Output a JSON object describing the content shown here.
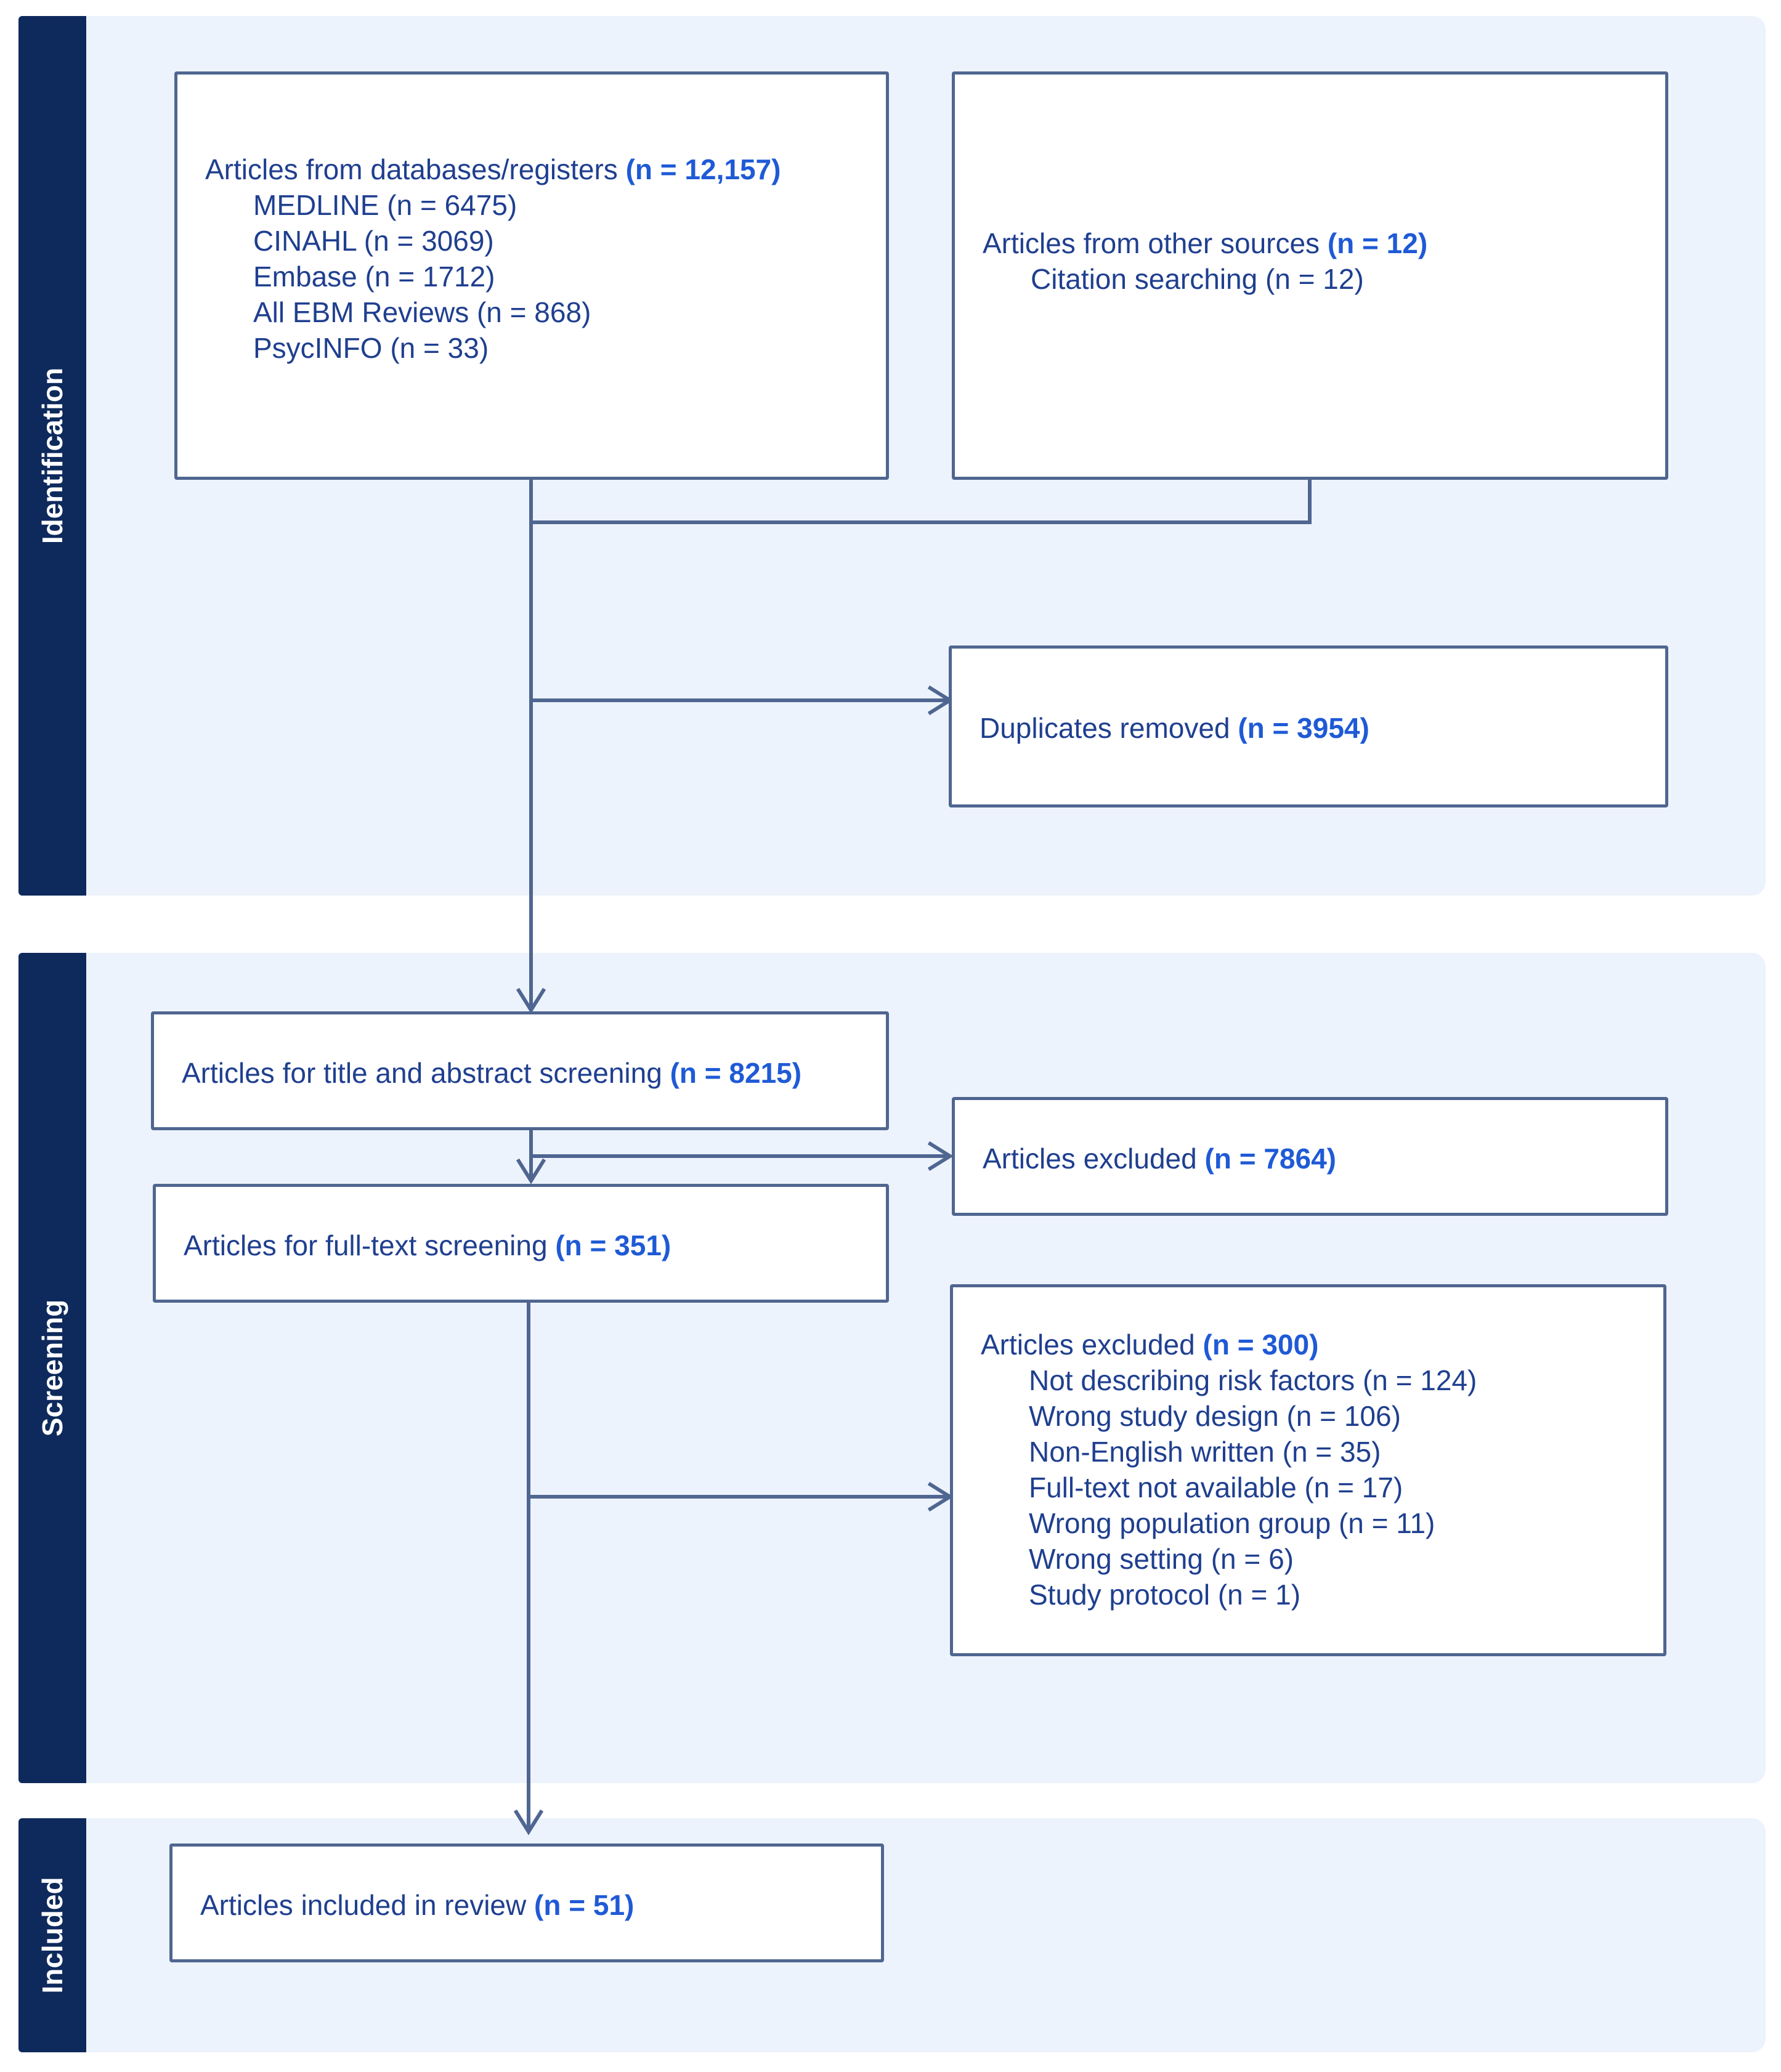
{
  "phases": {
    "identification": "Identification",
    "screening": "Screening",
    "included": "Included"
  },
  "boxes": {
    "databases": {
      "label": "Articles from databases/registers ",
      "count": "(n = 12,157)",
      "items": [
        "MEDLINE (n = 6475)",
        "CINAHL (n = 3069)",
        "Embase (n = 1712)",
        "All EBM Reviews (n = 868)",
        "PsycINFO (n = 33)"
      ]
    },
    "other_sources": {
      "label": "Articles from other sources ",
      "count": "(n = 12)",
      "items": [
        "Citation searching (n = 12)"
      ]
    },
    "duplicates": {
      "label": "Duplicates removed ",
      "count": "(n = 3954)"
    },
    "title_abstract": {
      "label": "Articles for title and abstract screening ",
      "count": "(n = 8215)"
    },
    "excluded_1": {
      "label": "Articles excluded ",
      "count": "(n = 7864)"
    },
    "full_text": {
      "label": "Articles for full-text screening ",
      "count": "(n = 351)"
    },
    "excluded_2": {
      "label": "Articles excluded ",
      "count": "(n = 300)",
      "items": [
        "Not describing risk factors (n = 124)",
        "Wrong study design (n = 106)",
        "Non-English written (n = 35)",
        "Full-text not available (n = 17)",
        "Wrong population group (n = 11)",
        "Wrong setting (n = 6)",
        "Study protocol (n = 1)"
      ]
    },
    "included_review": {
      "label": "Articles included in review ",
      "count": "(n = 51)"
    }
  },
  "colors": {
    "phase_bar": "#0e2a5c",
    "band_background": "#edf3fc",
    "box_border": "#4f6690",
    "text": "#1f3f8f",
    "count_highlight": "#1f5ad6"
  }
}
